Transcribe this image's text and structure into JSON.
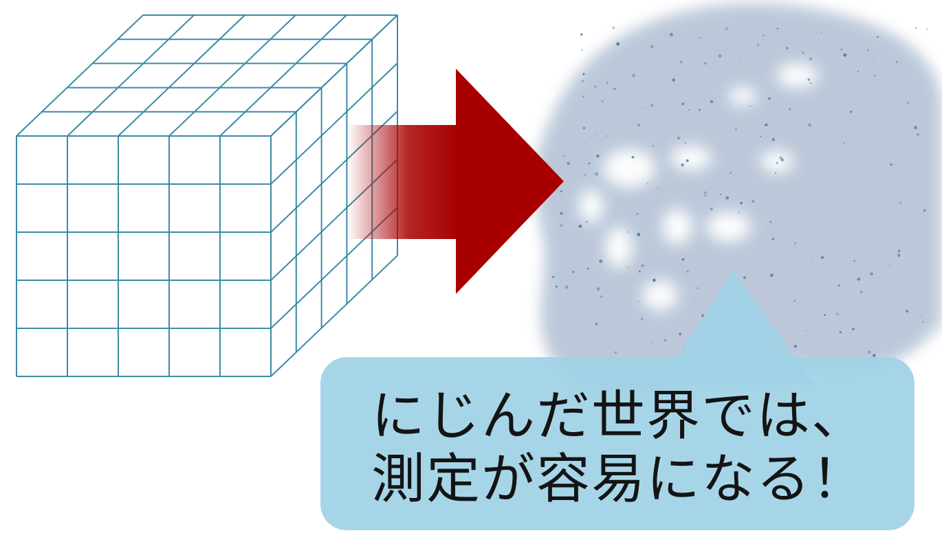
{
  "callout": {
    "line1": "にじんだ世界では、",
    "line2": "測定が容易になる！"
  },
  "colors": {
    "grid_stroke": "#3b8aa6",
    "arrow_red": "#a80000",
    "blob_fill": "#b9c6d8",
    "blob_speckle": "#2e6f96",
    "callout_fill": "#9fd1e6",
    "text": "#141414"
  },
  "grid": {
    "front_cols": 5,
    "front_rows": 5,
    "depth_cells": 5
  }
}
